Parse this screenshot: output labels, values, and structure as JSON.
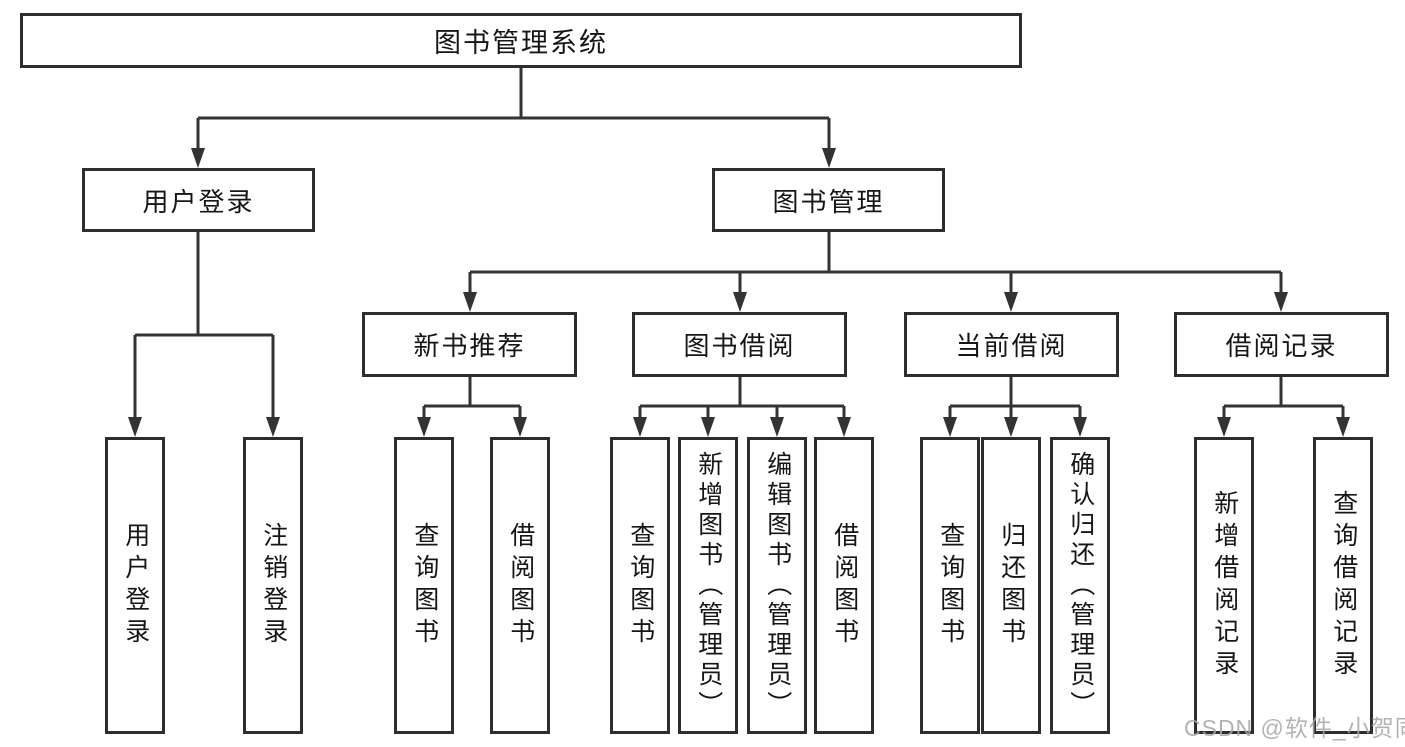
{
  "tree": {
    "root": {
      "label": "图书管理系统"
    },
    "branches": [
      {
        "label": "用户登录",
        "leaves": [
          {
            "label": "用户登录"
          },
          {
            "label": "注销登录"
          }
        ]
      },
      {
        "label": "图书管理",
        "groups": [
          {
            "label": "新书推荐",
            "leaves": [
              {
                "label": "查询图书"
              },
              {
                "label": "借阅图书"
              }
            ]
          },
          {
            "label": "图书借阅",
            "leaves": [
              {
                "label": "查询图书"
              },
              {
                "label": "新增图书（管理员）"
              },
              {
                "label": "编辑图书（管理员）"
              },
              {
                "label": "借阅图书"
              }
            ]
          },
          {
            "label": "当前借阅",
            "leaves": [
              {
                "label": "查询图书"
              },
              {
                "label": "归还图书"
              },
              {
                "label": "确认归还（管理员）"
              }
            ]
          },
          {
            "label": "借阅记录",
            "leaves": [
              {
                "label": "新增借阅记录"
              },
              {
                "label": "查询借阅记录"
              }
            ]
          }
        ]
      }
    ]
  },
  "watermark": {
    "text": "CSDN @软件_小贺同学"
  },
  "colors": {
    "line": "#333333",
    "box_border": "#2d2d2d",
    "box_fill": "#ffffff",
    "text": "#161616",
    "watermark": "#a8a8a8"
  }
}
